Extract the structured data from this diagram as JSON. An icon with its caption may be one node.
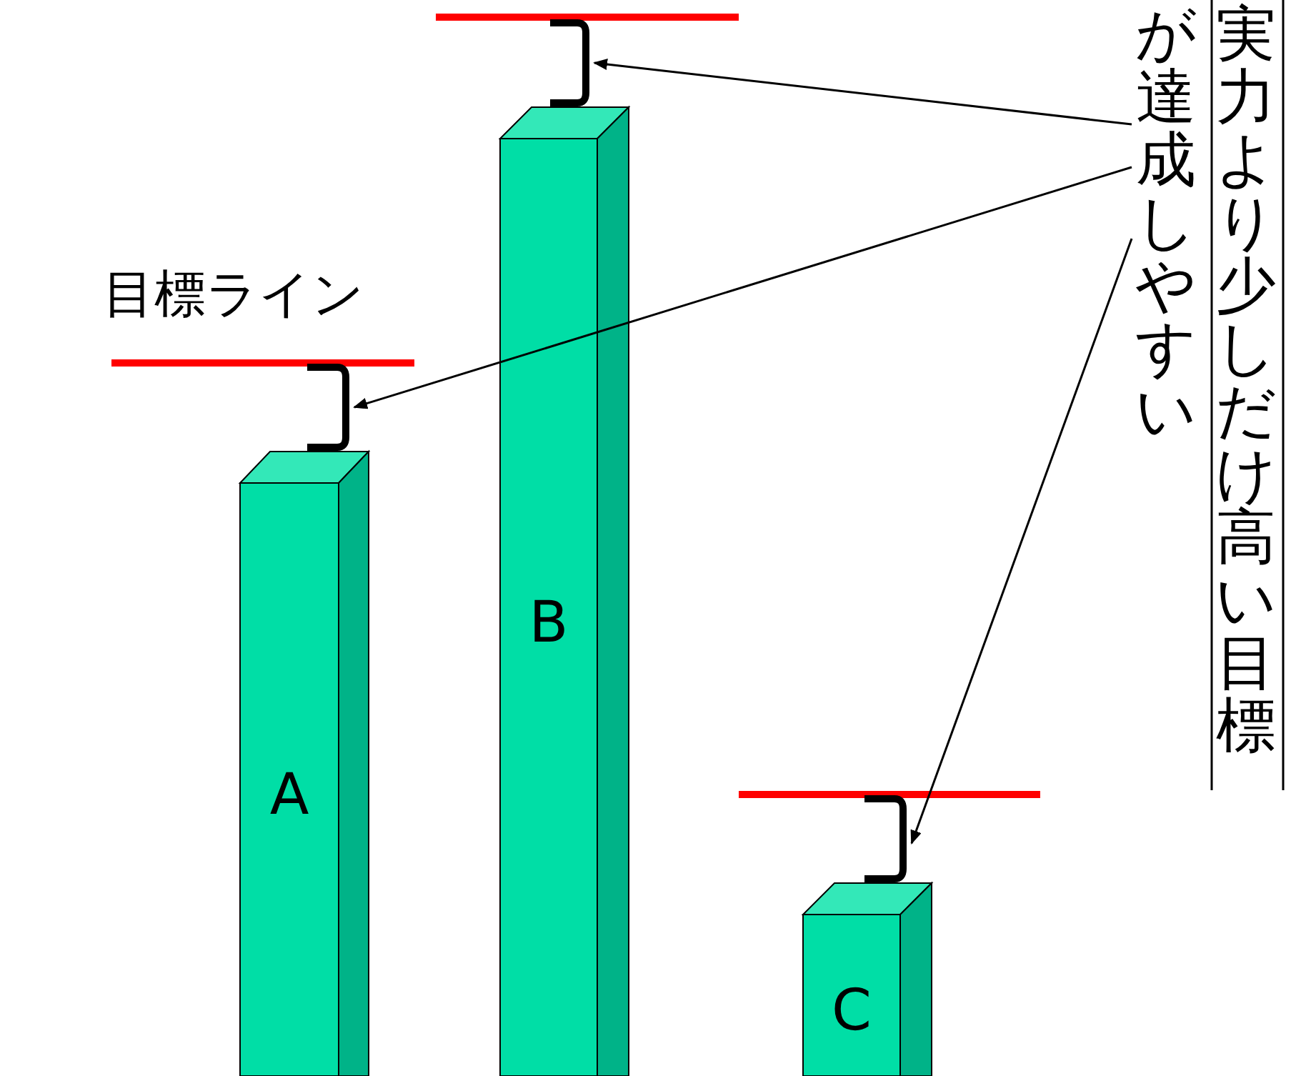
{
  "diagram": {
    "nodes": [
      {
        "text": [
          "実力より少しだけ高い目標が達成しやすい"
        ]
      },
      {
        "text": [
          "A"
        ]
      },
      {
        "text": [
          "B"
        ]
      },
      {
        "text": [
          "C"
        ]
      },
      {
        "text": [],
        "shape": "bracket"
      },
      {
        "text": [],
        "shape": "bracket"
      },
      {
        "text": [],
        "shape": "bracket"
      }
    ],
    "edges": [
      {
        "from": 0,
        "to": 5,
        "arrow": "to"
      },
      {
        "from": 0,
        "to": 4,
        "arrow": "to"
      },
      {
        "from": 0,
        "to": 6,
        "arrow": "to"
      }
    ],
    "labels": [
      "目標ライン"
    ]
  }
}
